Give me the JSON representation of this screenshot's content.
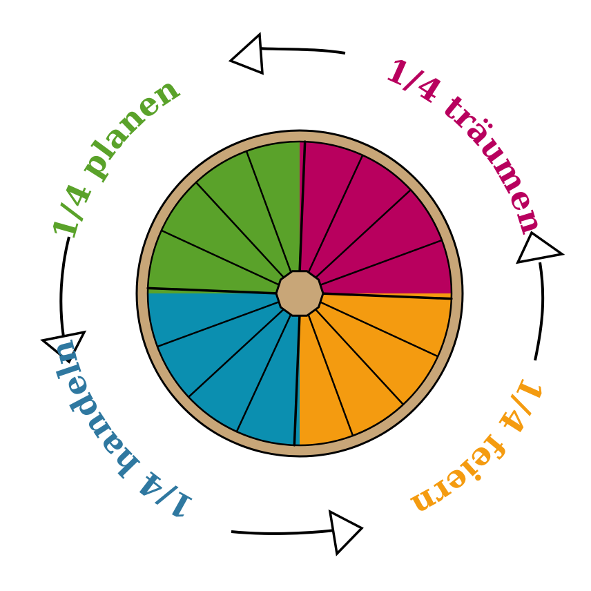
{
  "colors": {
    "plan": "#5aa22a",
    "dream": "#b8005e",
    "celebrate": "#f49b10",
    "act": "#0b8fb0",
    "act_text": "#2f78a0",
    "rim": "#c8a678",
    "outline": "#000000"
  },
  "quarters": [
    {
      "key": "dream",
      "label": "1/4 träumen",
      "fraction": 0.25
    },
    {
      "key": "celebrate",
      "label": "1/4 feiern",
      "fraction": 0.25
    },
    {
      "key": "act",
      "label": "1/4 handeln",
      "fraction": 0.25
    },
    {
      "key": "plan",
      "label": "1/4 planen",
      "fraction": 0.25
    }
  ],
  "cycle_arrows": {
    "count": 4,
    "direction": "counter-clockwise"
  }
}
